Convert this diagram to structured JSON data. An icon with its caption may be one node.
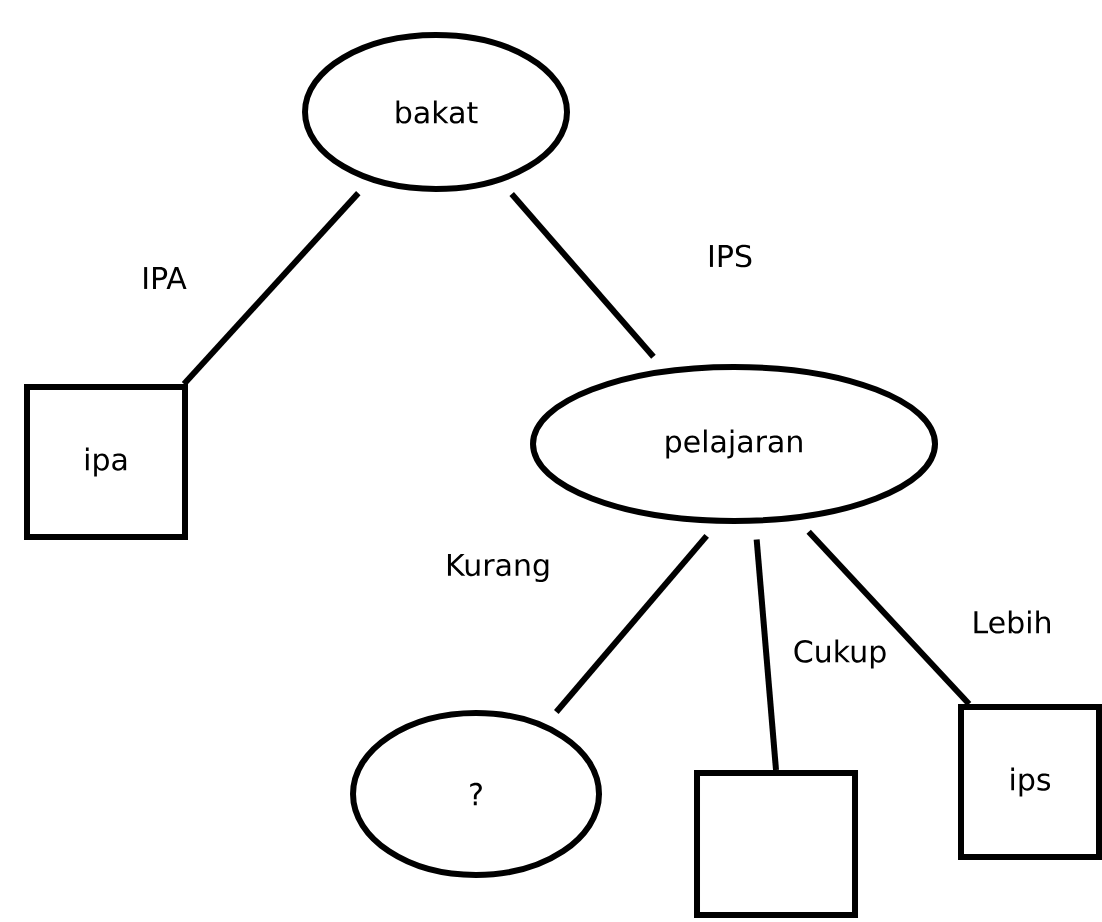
{
  "diagram": {
    "nodes": [
      {
        "text": [
          "bakat"
        ]
      },
      {
        "text": [
          "ipa"
        ]
      },
      {
        "text": [
          "pelajaran"
        ]
      },
      {
        "text": [
          "?"
        ]
      },
      {
        "text": [],
        "shape": "box"
      },
      {
        "text": [
          "ips"
        ]
      }
    ],
    "edges": [
      {
        "from": 0,
        "to": 1,
        "arrow": "none",
        "label": "IPA"
      },
      {
        "from": 0,
        "to": 2,
        "arrow": "none",
        "label": "IPS"
      },
      {
        "from": 2,
        "to": 3,
        "arrow": "none",
        "label": "Kurang"
      },
      {
        "from": 2,
        "to": 4,
        "arrow": "none",
        "label": "Cukup"
      },
      {
        "from": 2,
        "to": 5,
        "arrow": "none",
        "label": "Lebih"
      }
    ]
  }
}
